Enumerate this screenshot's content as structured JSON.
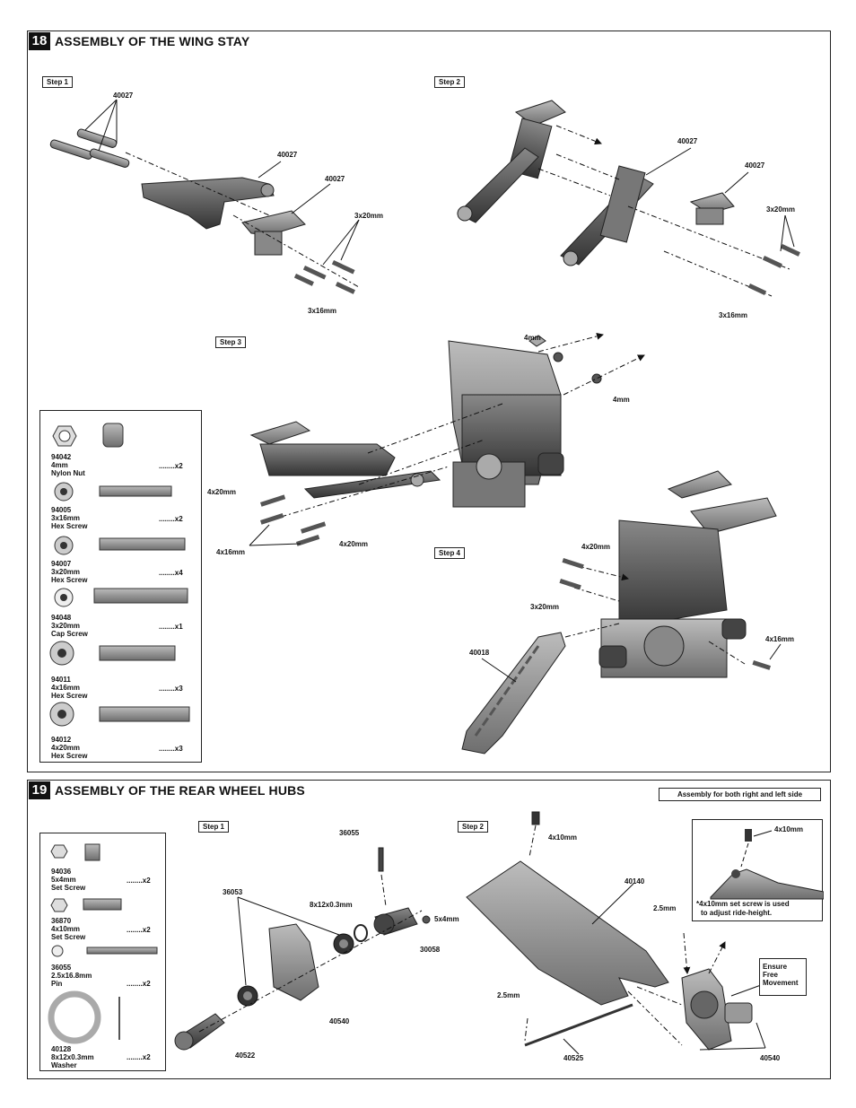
{
  "sec18": {
    "num": "18",
    "title": "ASSEMBLY OF THE WING STAY",
    "steps": [
      "Step 1",
      "Step 2",
      "Step 3",
      "Step 4"
    ],
    "s1": {
      "a": "40027",
      "b": "40027",
      "c": "40027",
      "d": "3x20mm",
      "e": "3x16mm"
    },
    "s2": {
      "a": "40027",
      "b": "40027",
      "c": "3x20mm",
      "d": "3x16mm"
    },
    "s3": {
      "a": "4mm",
      "b": "4mm",
      "c": "4x20mm",
      "d": "4x16mm",
      "e": "4x20mm"
    },
    "s4": {
      "a": "4x20mm",
      "b": "3x20mm",
      "c": "40018",
      "d": "4x16mm"
    },
    "parts": [
      {
        "code": "94042",
        "size": "4mm",
        "name": "Nylon Nut",
        "qty": "........x2"
      },
      {
        "code": "94005",
        "size": "3x16mm",
        "name": "Hex Screw",
        "qty": "........x2"
      },
      {
        "code": "94007",
        "size": "3x20mm",
        "name": "Hex Screw",
        "qty": "........x4"
      },
      {
        "code": "94048",
        "size": "3x20mm",
        "name": "Cap  Screw",
        "qty": "........x1"
      },
      {
        "code": "94011",
        "size": "4x16mm",
        "name": "Hex Screw",
        "qty": "........x3"
      },
      {
        "code": "94012",
        "size": "4x20mm",
        "name": "Hex Screw",
        "qty": "........x3"
      }
    ]
  },
  "sec19": {
    "num": "19",
    "title": "ASSEMBLY OF THE REAR WHEEL HUBS",
    "note": "Assembly for both right and left side",
    "steps": [
      "Step 1",
      "Step 2"
    ],
    "s1": {
      "a": "36055",
      "b": "36053",
      "c": "8x12x0.3mm",
      "d": "5x4mm",
      "e": "30058",
      "f": "40540",
      "g": "40522"
    },
    "s2": {
      "a": "4x10mm",
      "b": "40140",
      "c": "2.5mm",
      "d": "2.5mm",
      "e": "40525",
      "f": "40540"
    },
    "inset": {
      "screw": "4x10mm",
      "line1": "*4x10mm set screw is used",
      "line2": "to adjust ride-height."
    },
    "ensure": [
      "Ensure",
      "Free",
      "Movement"
    ],
    "parts": [
      {
        "code": "94036",
        "size": "5x4mm",
        "name": "Set Screw",
        "qty": "........x2"
      },
      {
        "code": "36870",
        "size": "4x10mm",
        "name": "Set Screw",
        "qty": "........x2"
      },
      {
        "code": "36055",
        "size": "2.5x16.8mm",
        "name": "Pin",
        "qty": "........x2"
      },
      {
        "code": "40128",
        "size": "8x12x0.3mm",
        "name": "Washer",
        "qty": "........x2"
      }
    ]
  }
}
